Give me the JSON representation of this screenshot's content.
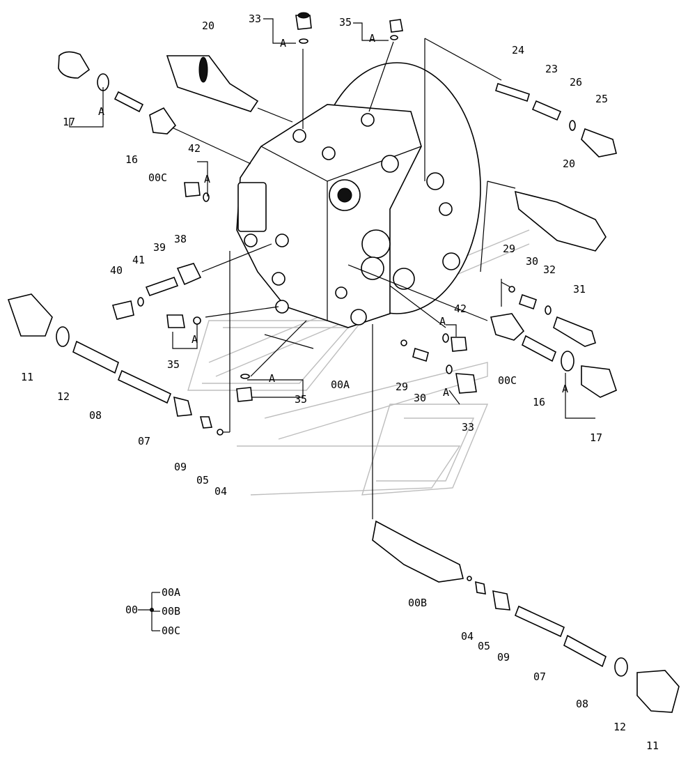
{
  "parts": {
    "p20a": "20",
    "p33a": "33",
    "p35a": "35",
    "p24": "24",
    "p23": "23",
    "p26": "26",
    "p25": "25",
    "p17a": "17",
    "p16a": "16",
    "p00Ca": "00C",
    "p42a": "42",
    "p20b": "20",
    "p40": "40",
    "p41": "41",
    "p39": "39",
    "p38": "38",
    "p29a": "29",
    "p30a": "30",
    "p32": "32",
    "p31": "31",
    "p35b": "35",
    "p42b": "42",
    "p11a": "11",
    "p12a": "12",
    "p08a": "08",
    "p07a": "07",
    "p09a": "09",
    "p05a": "05",
    "p04a": "04",
    "p35c": "35",
    "p00A": "00A",
    "p29b": "29",
    "p30b": "30",
    "p33b": "33",
    "p00Cb": "00C",
    "p16b": "16",
    "p17b": "17",
    "p00B": "00B",
    "p04b": "04",
    "p05b": "05",
    "p09b": "09",
    "p07b": "07",
    "p08b": "08",
    "p12b": "12",
    "p11b": "11"
  },
  "kit_letter": "A",
  "legend": {
    "root": "00",
    "items": [
      "00A",
      "00B",
      "00C"
    ]
  }
}
